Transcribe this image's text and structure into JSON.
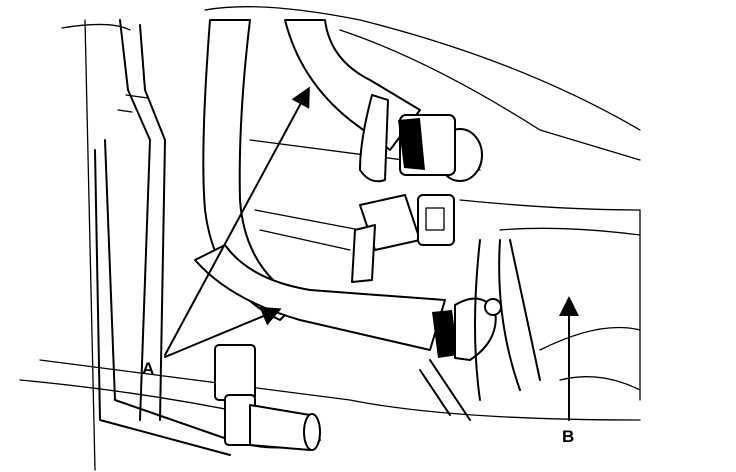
{
  "diagram": {
    "callouts": [
      {
        "id": "A",
        "label": "A"
      },
      {
        "id": "B",
        "label": "B"
      }
    ],
    "colors": {
      "ink": "#000000",
      "paper": "#ffffff"
    }
  }
}
